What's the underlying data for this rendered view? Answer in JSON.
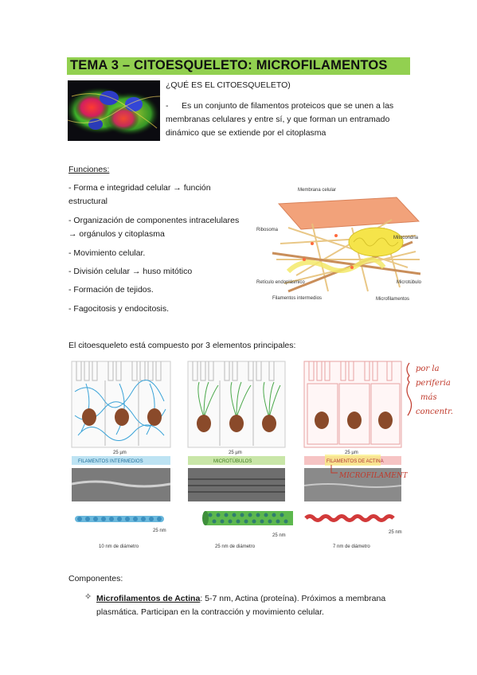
{
  "header": {
    "title": "TEMA 3 – CITOESQUELETO: MICROFILAMENTOS"
  },
  "intro": {
    "question": "¿QUÉ ES EL CITOESQUELETO)",
    "dash": "-",
    "definition": "Es un conjunto de filamentos proteicos que se unen a las membranas celulares y entre sí, y que forman un entramado dinámico que se extiende por el citoplasma"
  },
  "functions": {
    "heading": "Funciones:",
    "items": [
      "- Forma e integridad celular → función estructural",
      "- Organización de componentes intracelulares → orgánulos y citoplasma",
      "- Movimiento celular.",
      "- División celular  → huso mitótico",
      "- Formación de tejidos.",
      "- Fagocitosis y endocitosis."
    ]
  },
  "diagram": {
    "labels": {
      "membrane": "Membrana celular",
      "mitochondria": "Mitocondria",
      "ribosome": "Ribosoma",
      "er": "Retículo endoplásmico",
      "intermediate": "Filamentos intermedios",
      "microtubule": "Microtúbulo",
      "microfilaments": "Microfilamentos"
    }
  },
  "composition": {
    "intro": "El citoesqueleto está compuesto por 3 elementos principales:",
    "scale_label": "25 µm",
    "types": [
      {
        "banner": "FILAMENTOS INTERMEDIOS",
        "diameter": "10 nm de diámetro",
        "scale": "25 nm"
      },
      {
        "banner": "MICROTÚBULOS",
        "diameter": "25 nm de diámetro",
        "scale": "25 nm"
      },
      {
        "banner": "FILAMENTOS DE ACTINA",
        "diameter": "7 nm de diámetro",
        "scale": "25 nm"
      }
    ],
    "handnote_right": [
      "por la",
      "periferia",
      "más",
      "concentr."
    ],
    "handnote_micro": "MICROFILAMENTOS"
  },
  "components": {
    "heading": "Componentes:",
    "bullet_icon": "diamond-outline-icon",
    "bullet_glyph": "✧",
    "term": "Microfilamentos de Actina",
    "rest": ": 5-7 nm, Actina (proteína). Próximos a membrana plasmática. Participan en la contracción y movimiento celular."
  },
  "colors": {
    "title_highlight": "#92d050",
    "annotation_red": "#c0392b",
    "banner_blue": "#bde3f3",
    "banner_green": "#c9e6a8",
    "banner_pink": "#f6c4c4"
  }
}
